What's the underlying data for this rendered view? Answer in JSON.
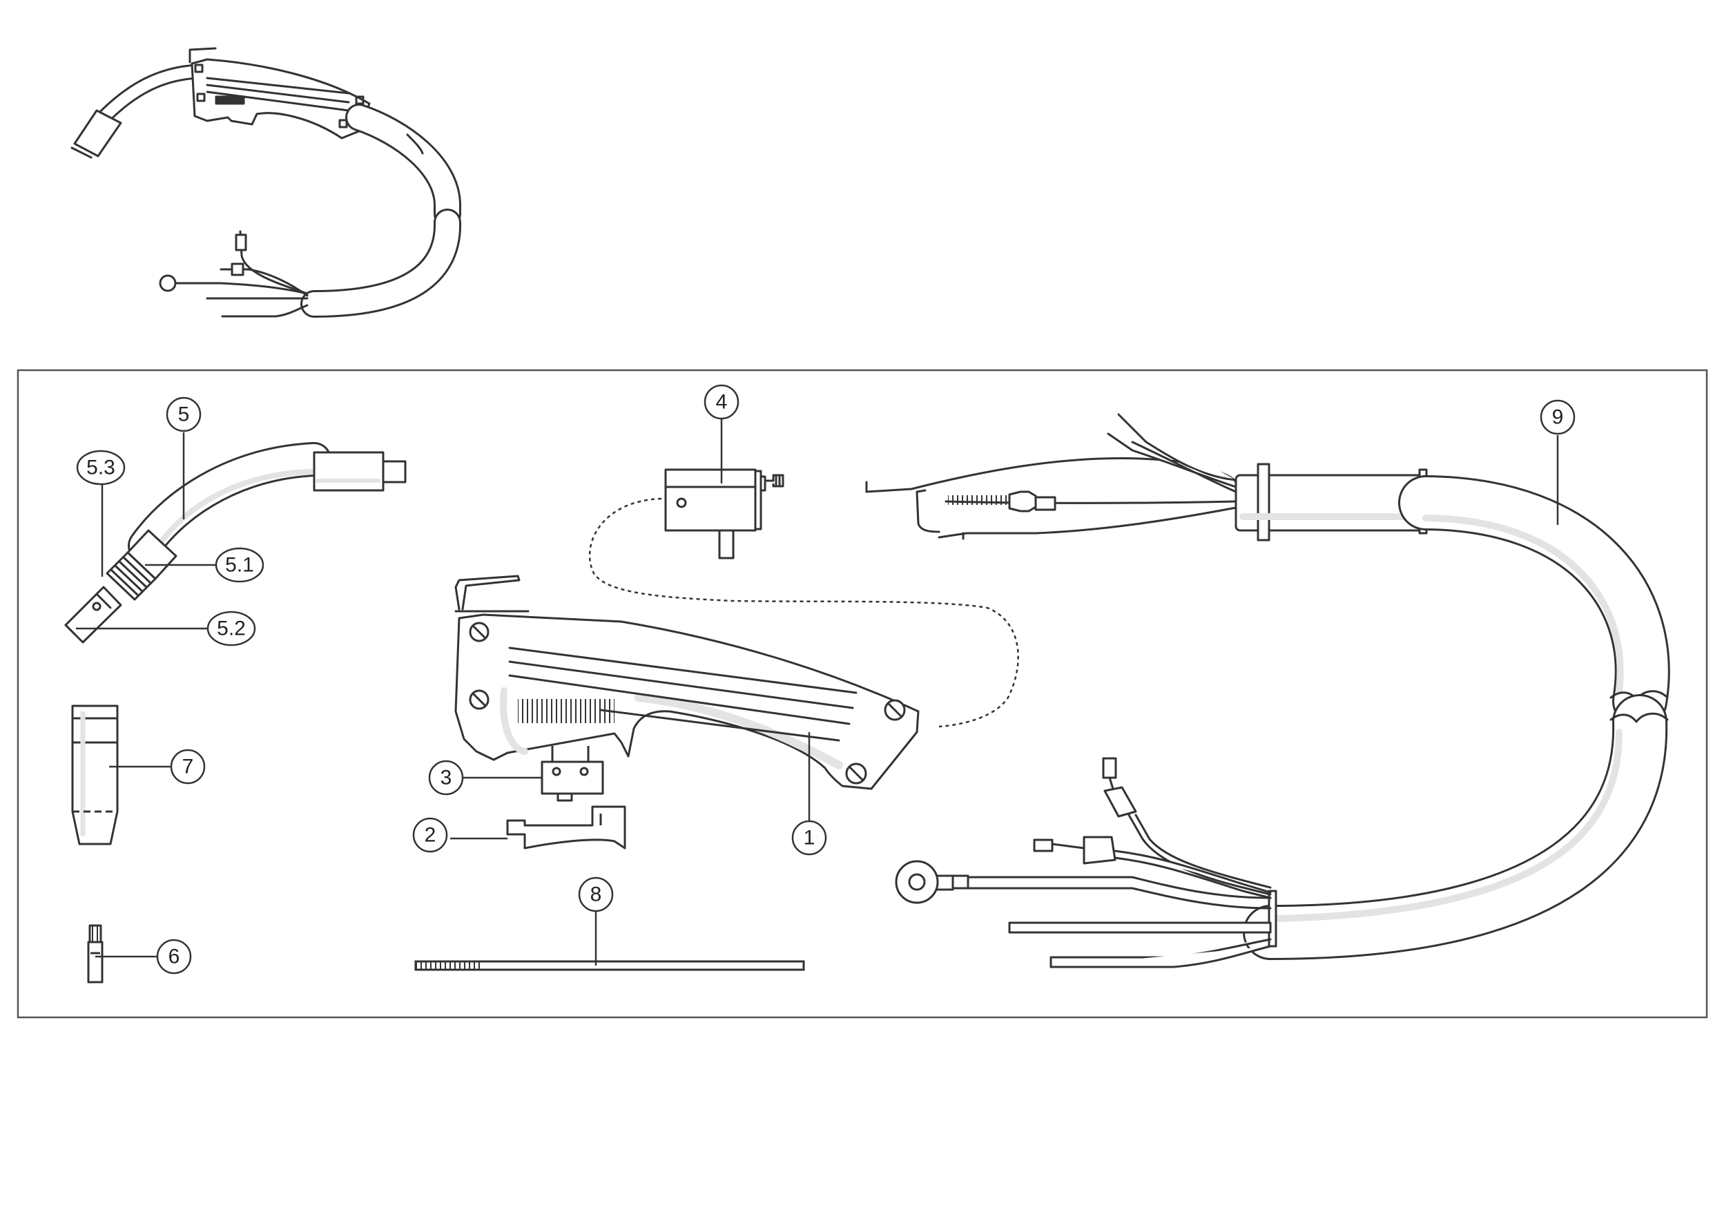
{
  "diagram": {
    "callouts": {
      "c1": "1",
      "c2": "2",
      "c3": "3",
      "c4": "4",
      "c5": "5",
      "c5_1": "5.1",
      "c5_2": "5.2",
      "c5_3": "5.3",
      "c6": "6",
      "c7": "7",
      "c8": "8",
      "c9": "9"
    }
  }
}
